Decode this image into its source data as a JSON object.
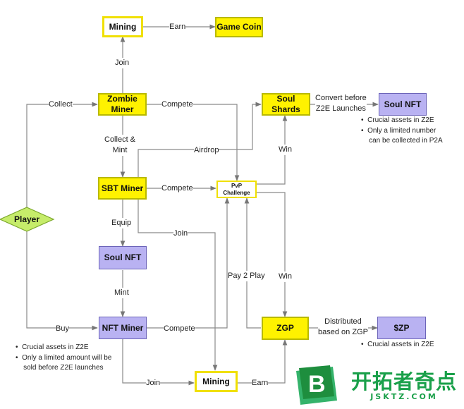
{
  "nodes": {
    "mining_top": "Mining",
    "game_coin": "Game Coin",
    "zombie_miner_line1": "Zombie",
    "zombie_miner_line2": "Miner",
    "sbt_miner": "SBT Miner",
    "soul_nft_mid": "Soul NFT",
    "nft_miner": "NFT Miner",
    "mining_bottom": "Mining",
    "player": "Player",
    "pvp_line1": "PvP",
    "pvp_line2": "Challenge",
    "soul_shards": "Soul Shards",
    "soul_nft_right": "Soul NFT",
    "zgp": "ZGP",
    "szp": "$ZP"
  },
  "edges": {
    "earn_top": "Earn",
    "join_top": "Join",
    "collect": "Collect",
    "compete_zombie": "Compete",
    "collect_mint_line1": "Collect &",
    "collect_mint_line2": "Mint",
    "airdrop": "Airdrop",
    "compete_sbt": "Compete",
    "equip": "Equip",
    "join_sbt": "Join",
    "mint": "Mint",
    "buy": "Buy",
    "compete_nft": "Compete",
    "join_bottom": "Join",
    "earn_bottom": "Earn",
    "pay2play": "Pay 2 Play",
    "win_shards": "Win",
    "win_zgp": "Win",
    "convert_line1": "Convert before",
    "convert_line2": "Z2E Launches",
    "distributed_line1": "Distributed",
    "distributed_line2": "based on ZGP"
  },
  "notes": {
    "soul_nft": [
      "Crucial assets in Z2E",
      "Only a limited number",
      "can be collected in P2A"
    ],
    "nft_miner": [
      "Crucial assets in Z2E",
      "Only a limited amount will be",
      "sold before Z2E launches"
    ],
    "szp": [
      "Crucial assets in Z2E"
    ]
  },
  "watermark": {
    "brand": "开拓者奇点",
    "url": "JSKTZ.COM"
  },
  "colors": {
    "yellow": "#fff200",
    "purple": "#b9b2f2",
    "player": "#c6ec6a",
    "line": "#8a8a8a"
  }
}
